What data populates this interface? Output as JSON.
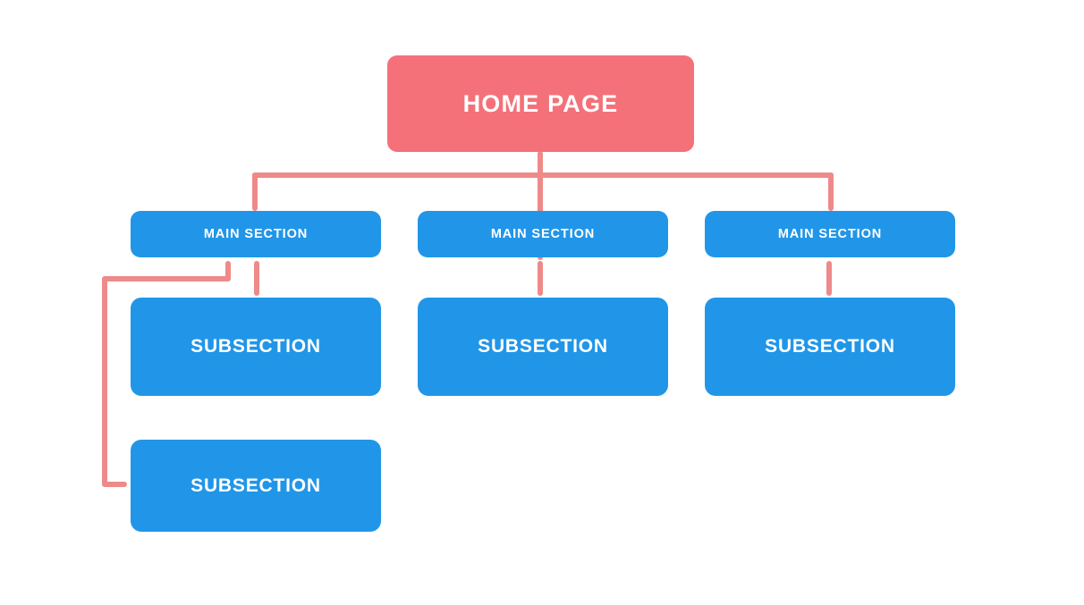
{
  "diagram": {
    "title_text": "HOME PAGE",
    "type": "sitemap-tree",
    "background_color": "#ffffff",
    "root_color": "#F4717A",
    "node_color": "#2196E8",
    "connector_color": "#EE8A8A",
    "label_color": "#ffffff",
    "root": {
      "label": "HOME PAGE"
    },
    "columns": [
      {
        "main": {
          "label": "MAIN SECTION"
        },
        "subsections": [
          {
            "label": "SUBSECTION"
          },
          {
            "label": "SUBSECTION"
          }
        ]
      },
      {
        "main": {
          "label": "MAIN SECTION"
        },
        "subsections": [
          {
            "label": "SUBSECTION"
          }
        ]
      },
      {
        "main": {
          "label": "MAIN SECTION"
        },
        "subsections": [
          {
            "label": "SUBSECTION"
          }
        ]
      }
    ]
  }
}
